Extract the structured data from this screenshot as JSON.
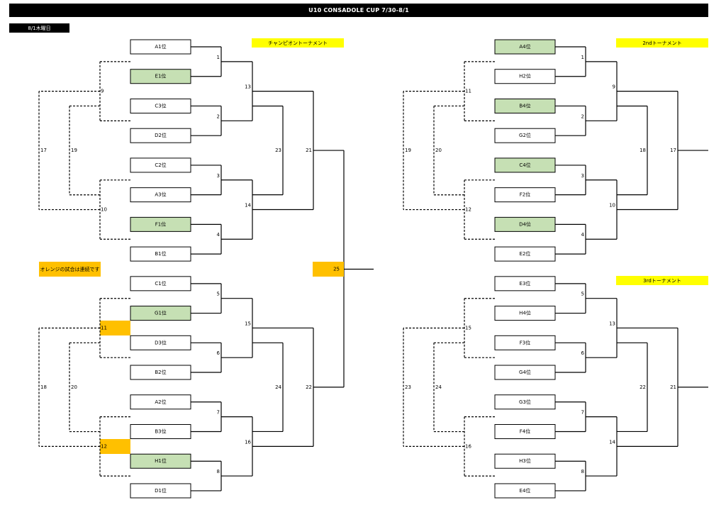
{
  "header": {
    "title": "U10 CONSADOLE CUP 7/30-8/1",
    "date": "8/1木曜日"
  },
  "labels": {
    "championship": "チャンピオントーナメント",
    "second": "2ndトーナメント",
    "third": "3rdトーナメント",
    "note": "オレンジの試合は連続です"
  },
  "colors": {
    "green": "#c6e0b4",
    "orange": "#ffc000",
    "yellow": "#ffff00"
  },
  "brackets": {
    "championship": {
      "teams": [
        "A1位",
        "E1位",
        "C3位",
        "D2位",
        "C2位",
        "A3位",
        "F1位",
        "B1位",
        "C1位",
        "G1位",
        "D3位",
        "B2位",
        "A2位",
        "B3位",
        "H1位",
        "D1位"
      ],
      "highlighted": [
        1,
        6,
        9,
        14
      ],
      "r1": [
        "1",
        "2",
        "3",
        "4",
        "5",
        "6",
        "7",
        "8"
      ],
      "r2": [
        "13",
        "14",
        "15",
        "16"
      ],
      "r3": [
        "23",
        "24"
      ],
      "r4": [
        "21",
        "22"
      ],
      "final": "25",
      "c1": [
        "9",
        "10",
        "11",
        "12"
      ],
      "c2": [
        "19",
        "20"
      ],
      "c3": [
        "17",
        "18"
      ]
    },
    "second": {
      "teams": [
        "A4位",
        "H2位",
        "B4位",
        "G2位",
        "C4位",
        "F2位",
        "D4位",
        "E2位"
      ],
      "highlighted": [
        0,
        2,
        4,
        6
      ],
      "r1": [
        "1",
        "2",
        "3",
        "4"
      ],
      "r2": [
        "9",
        "10"
      ],
      "r3": "18",
      "r4": "17",
      "c1": [
        "11",
        "12"
      ],
      "c2": "20",
      "c3": "19"
    },
    "third": {
      "teams": [
        "E3位",
        "H4位",
        "F3位",
        "G4位",
        "G3位",
        "F4位",
        "H3位",
        "E4位"
      ],
      "r1": [
        "5",
        "6",
        "7",
        "8"
      ],
      "r2": [
        "13",
        "14"
      ],
      "r3": "22",
      "r4": "21",
      "c1": [
        "15",
        "16"
      ],
      "c2": "24",
      "c3": "23"
    }
  }
}
